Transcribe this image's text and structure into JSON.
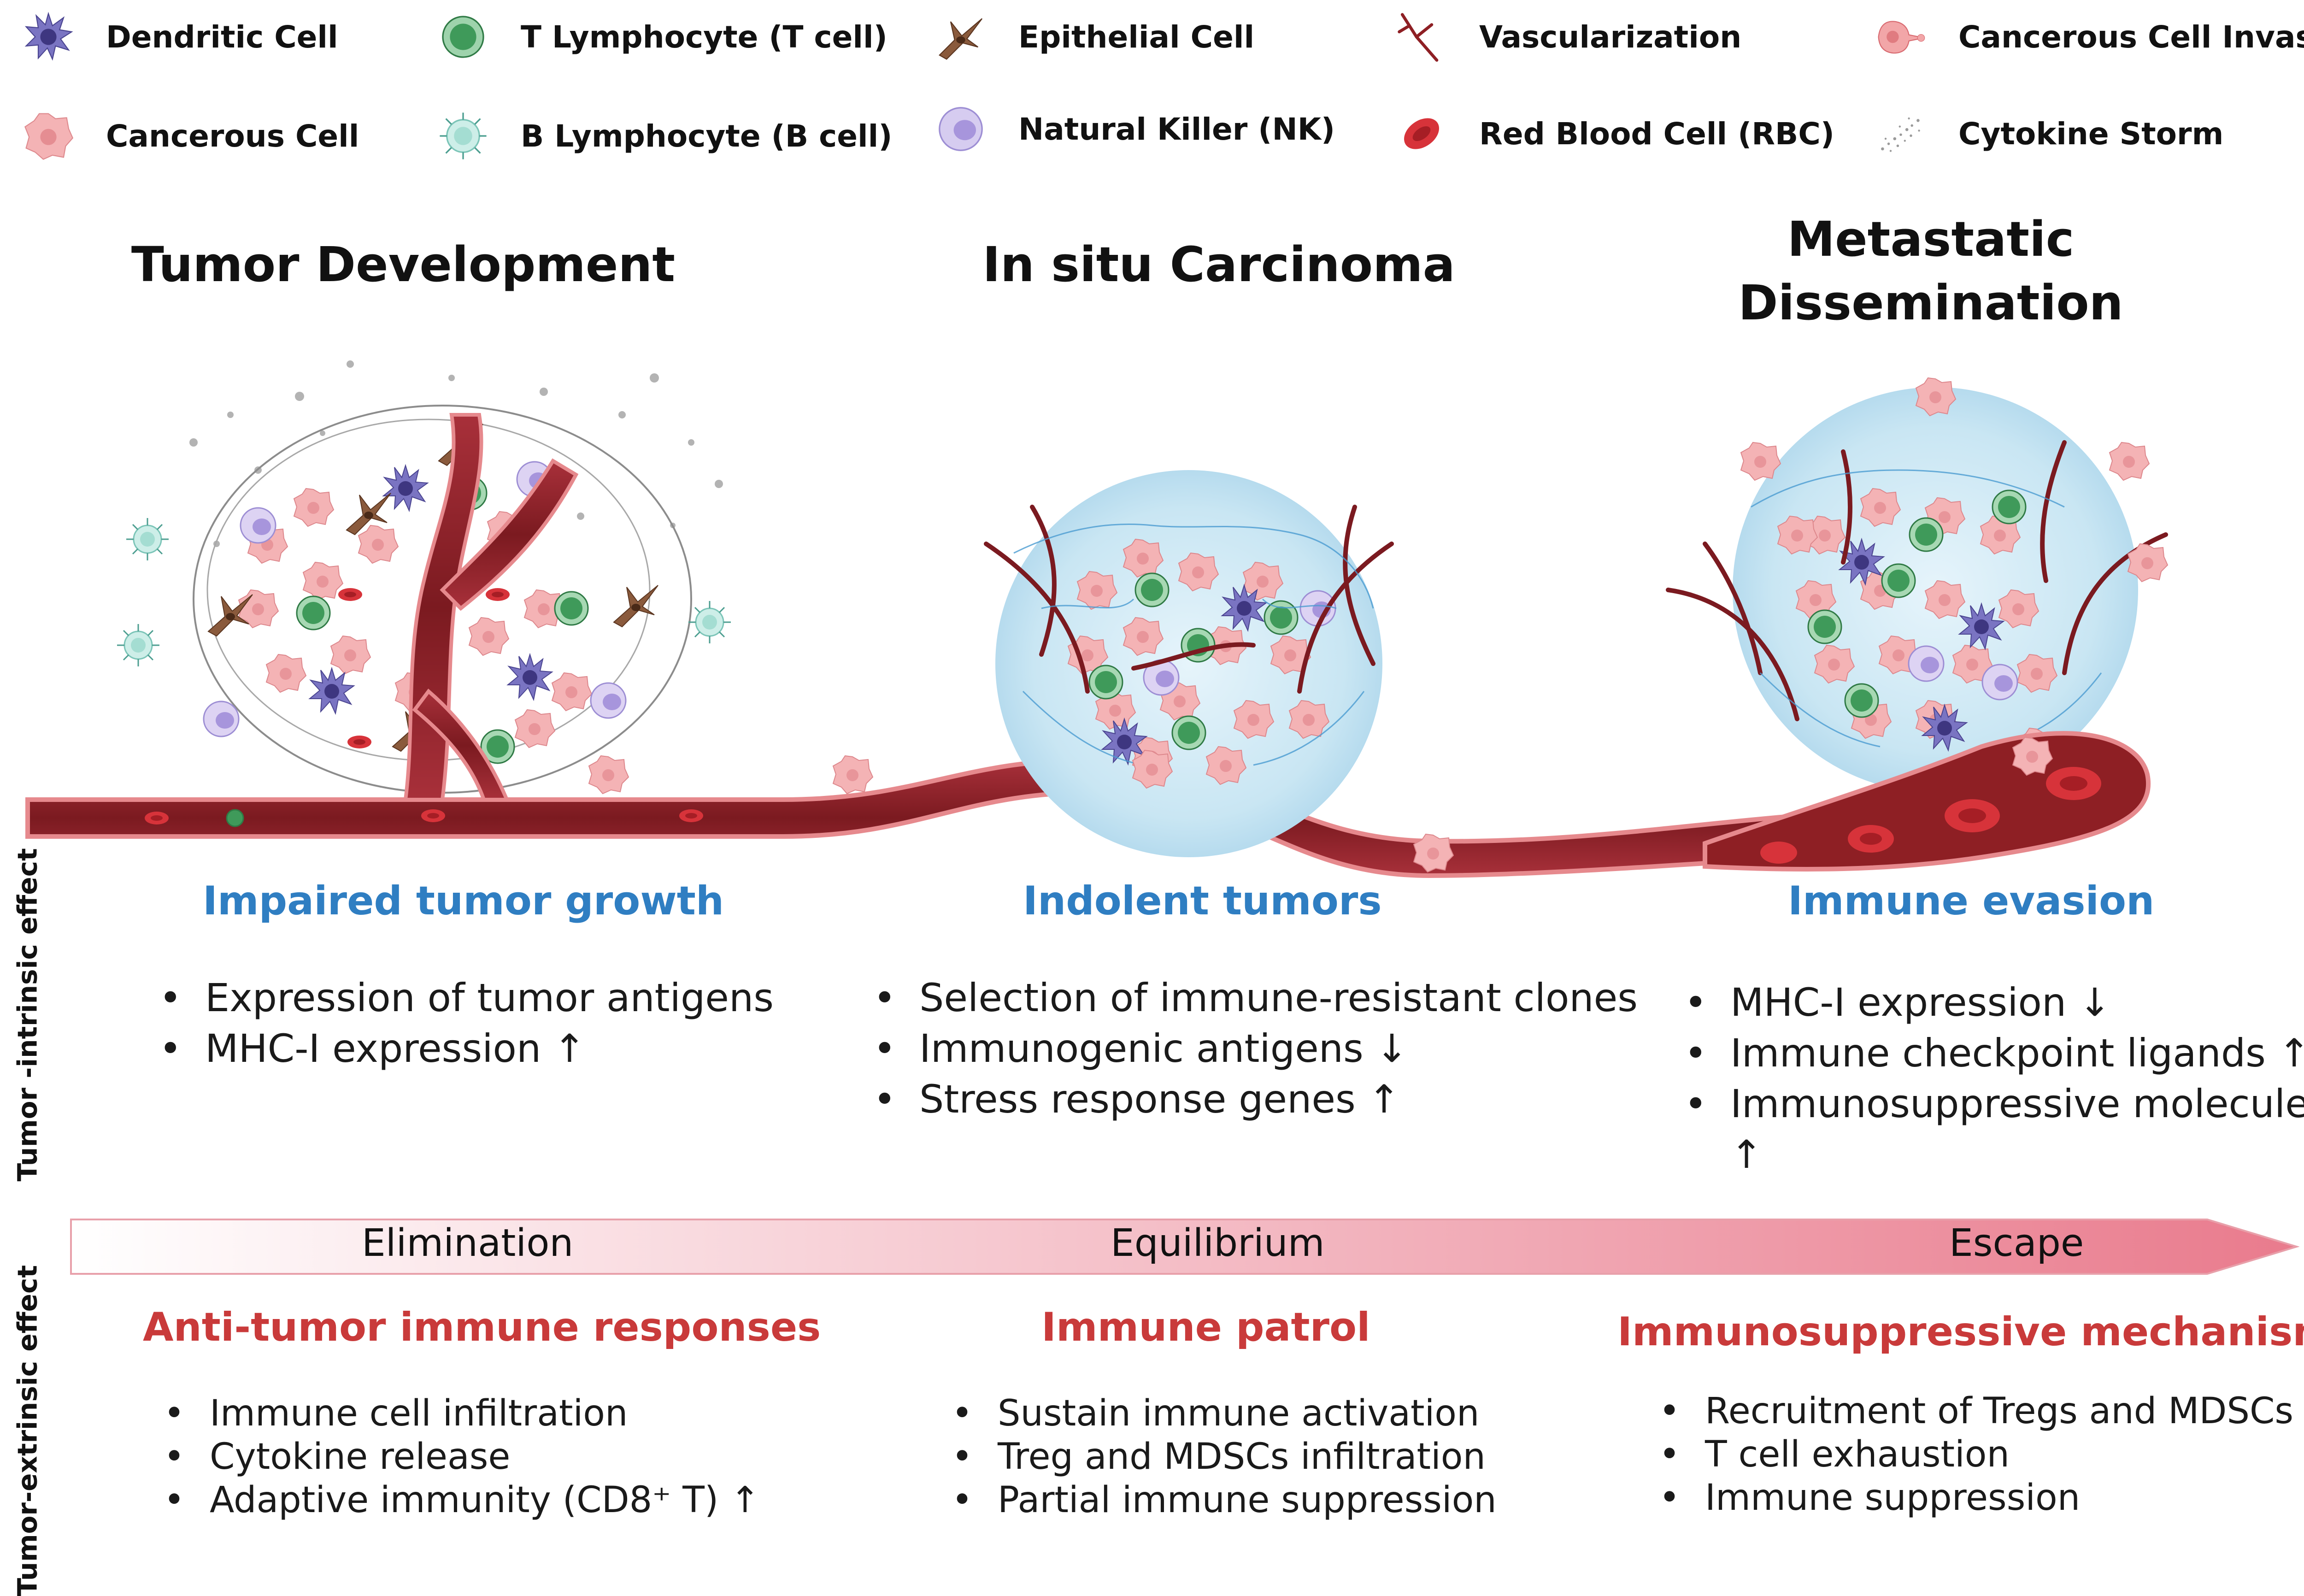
{
  "legend": [
    {
      "icon": "dendritic-cell-icon",
      "label": "Dendritic Cell"
    },
    {
      "icon": "t-lymphocyte-icon",
      "label": "T Lymphocyte (T cell)"
    },
    {
      "icon": "epithelial-cell-icon",
      "label": "Epithelial Cell"
    },
    {
      "icon": "vascularization-icon",
      "label": "Vascularization"
    },
    {
      "icon": "cancerous-cell-invasion-icon",
      "label": "Cancerous Cell Invasion"
    },
    {
      "icon": "cancerous-cell-icon",
      "label": "Cancerous Cell"
    },
    {
      "icon": "b-lymphocyte-icon",
      "label": "B Lymphocyte (B cell)"
    },
    {
      "icon": "natural-killer-icon",
      "label": "Natural Killer (NK)"
    },
    {
      "icon": "red-blood-cell-icon",
      "label": "Red Blood Cell (RBC)"
    },
    {
      "icon": "cytokine-storm-icon",
      "label": "Cytokine Storm"
    }
  ],
  "stages": [
    {
      "title": "Tumor Development"
    },
    {
      "title": "In situ Carcinoma"
    },
    {
      "title": "Metastatic Dissemination"
    }
  ],
  "side_labels": {
    "intrinsic": "Tumor -intrinsic effect",
    "extrinsic": "Tumor-extrinsic effect"
  },
  "intrinsic": [
    {
      "title": "Impaired tumor growth",
      "items": [
        "Expression of tumor antigens",
        "MHC-I expression ↑"
      ]
    },
    {
      "title": "Indolent tumors",
      "items": [
        "Selection of immune-resistant clones",
        "Immunogenic antigens ↓",
        "Stress response genes ↑"
      ]
    },
    {
      "title": "Immune evasion",
      "items": [
        "MHC-I expression ↓",
        "Immune checkpoint ligands ↑",
        "Immunosuppressive molecules",
        "↑"
      ]
    }
  ],
  "phases": [
    "Elimination",
    "Equilibrium",
    "Escape"
  ],
  "extrinsic": [
    {
      "title": "Anti-tumor immune responses",
      "items": [
        "Immune cell infiltration",
        "Cytokine release",
        "Adaptive immunity (CD8⁺ T) ↑"
      ]
    },
    {
      "title": "Immune patrol",
      "items": [
        "Sustain immune activation",
        "Treg and MDSCs infiltration",
        "Partial immune suppression"
      ]
    },
    {
      "title": "Immunosuppressive mechanisms",
      "items": [
        "Recruitment of Tregs and MDSCs",
        "T cell exhaustion",
        "Immune suppression"
      ]
    }
  ],
  "colors": {
    "blue_heading": "#2f7ec2",
    "red_heading": "#c93a3a",
    "vessel": "#8e1f24",
    "cancer_cell": "#f2a6a8",
    "t_cell": "#3f9a5a",
    "dendritic": "#5f5aa8",
    "nk_cell": "#b7a9df",
    "b_cell": "#bfe6df"
  }
}
